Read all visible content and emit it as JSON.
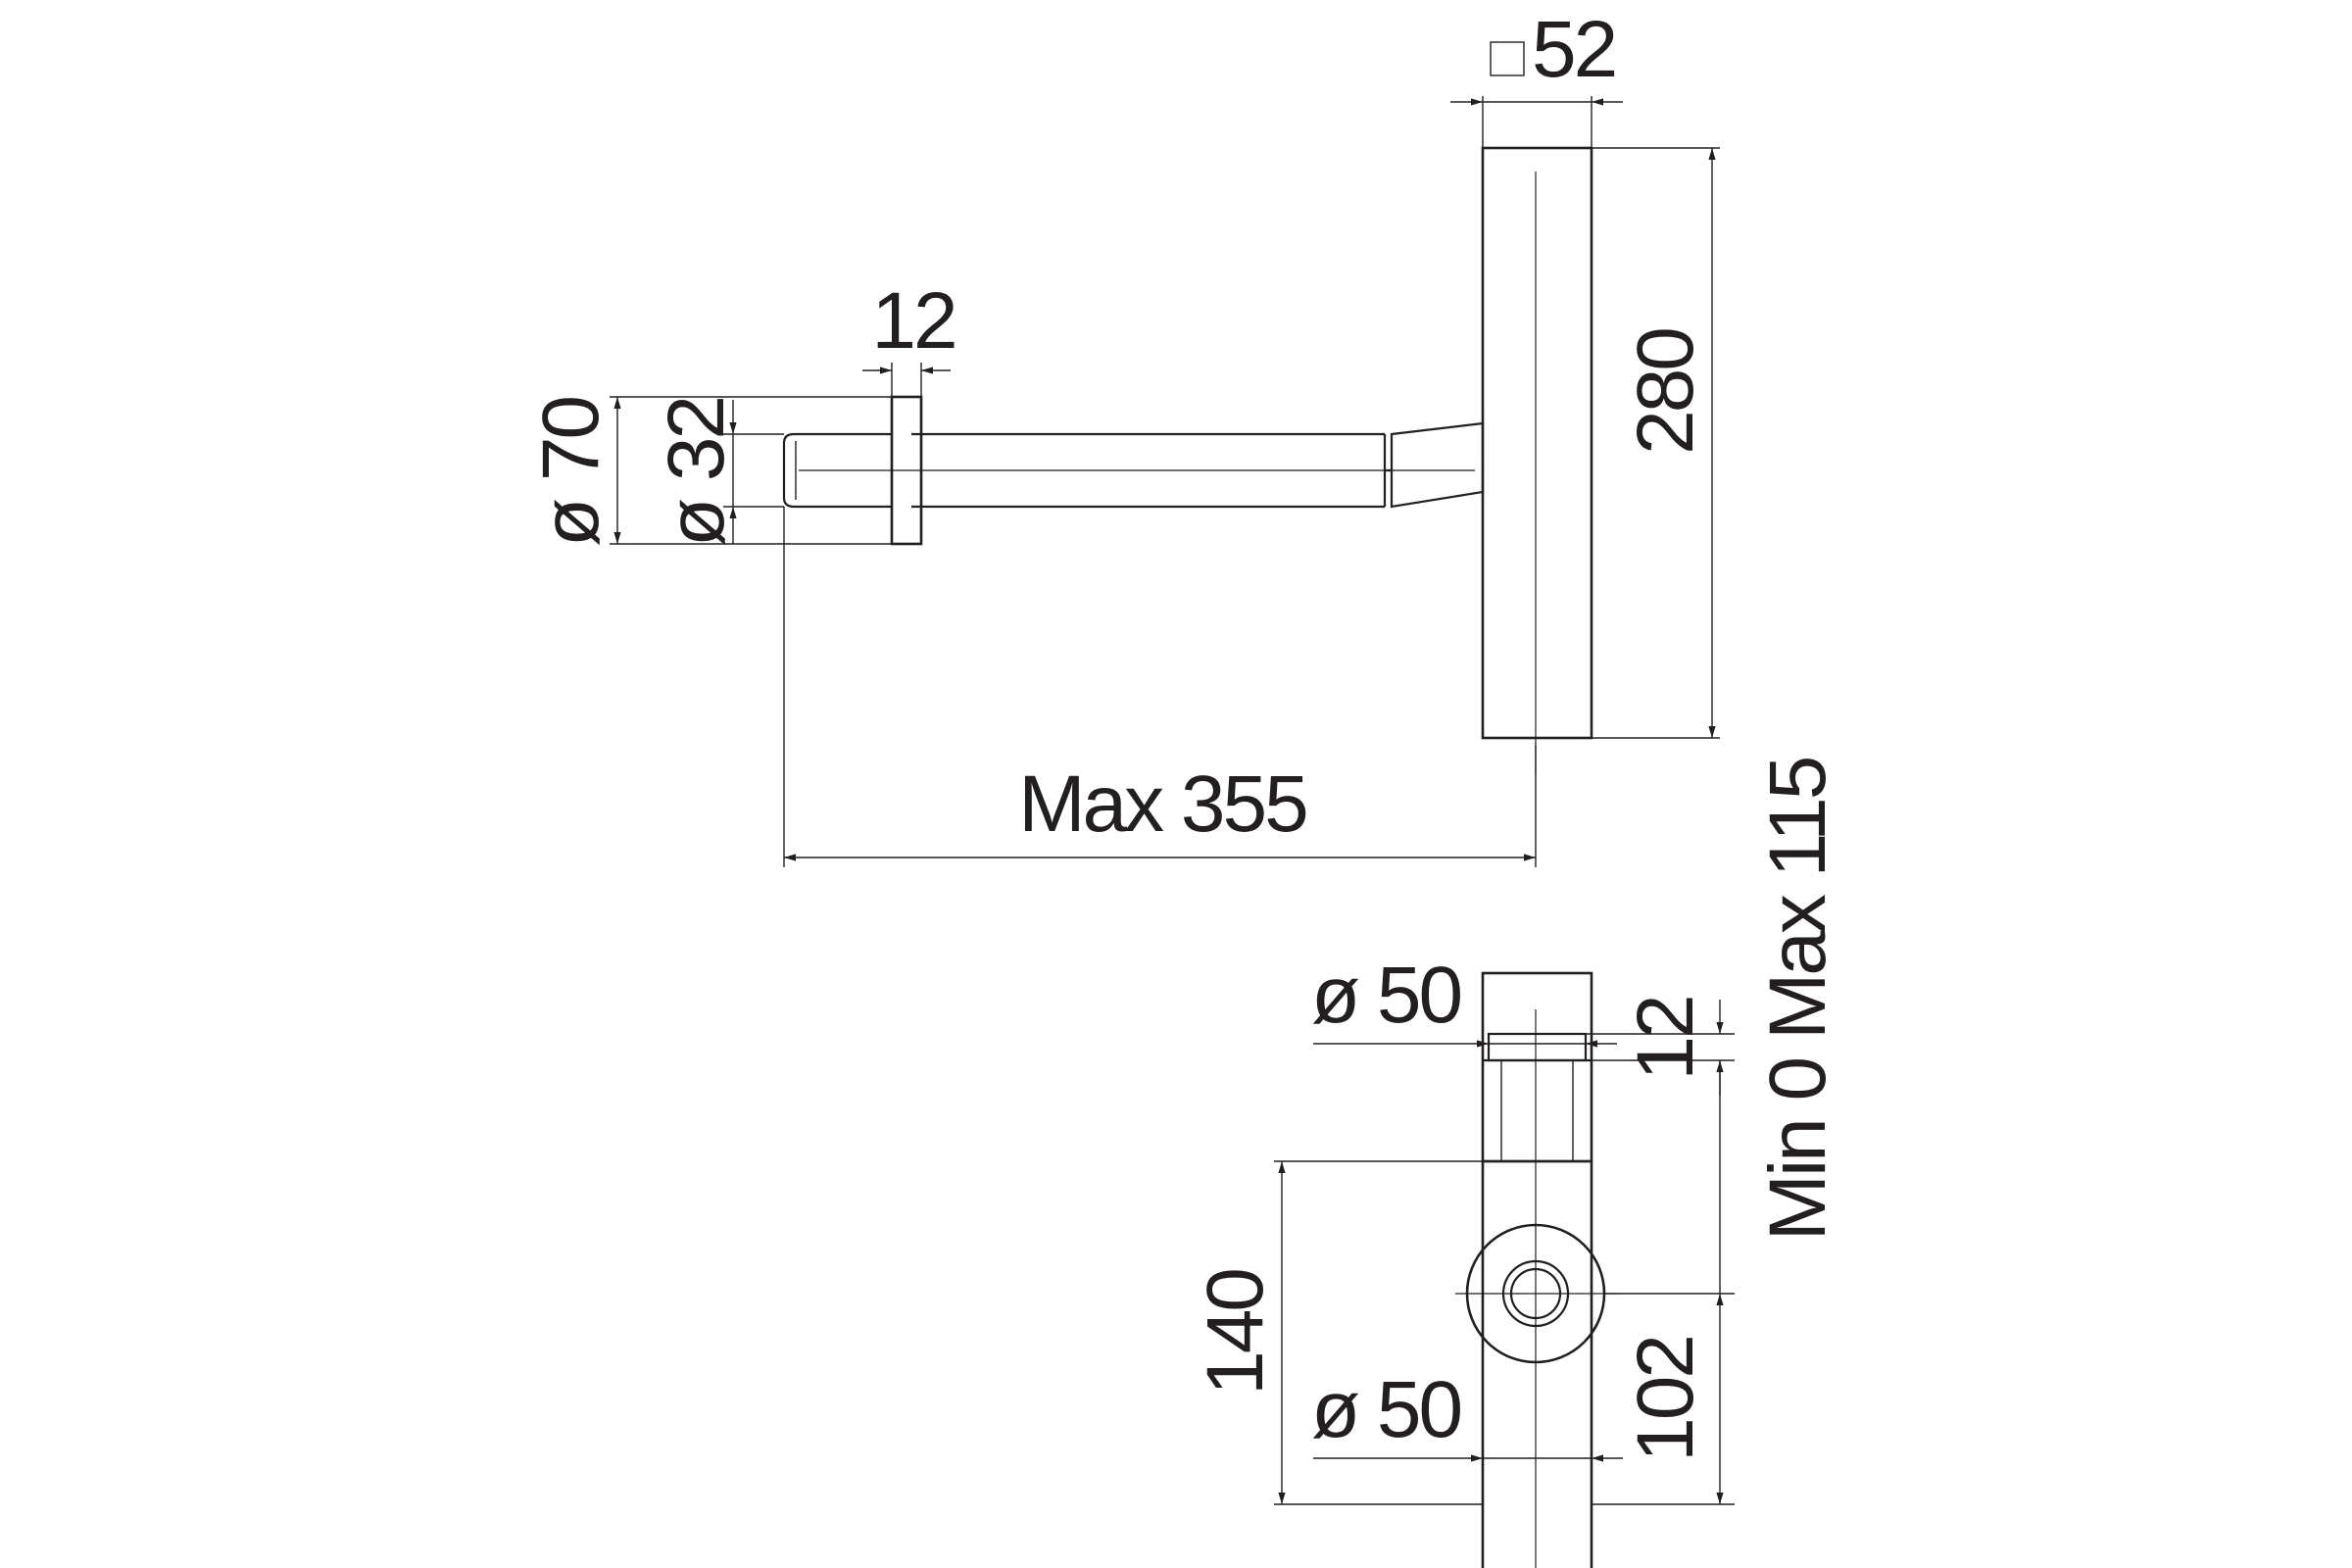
{
  "dimensions": {
    "square_52": "□52",
    "height_280": "280",
    "width_12_top": "12",
    "dia_70": "ø 70",
    "dia_32": "ø 32",
    "max_355": "Max 355",
    "dia_50_top": "ø 50",
    "width_12_bottom": "12",
    "height_140": "140",
    "dia_50_bottom": "ø 50",
    "height_102": "102",
    "min0_max115": "Min 0 Max 115"
  },
  "colors": {
    "line": "#231f20",
    "background": "#ffffff"
  }
}
